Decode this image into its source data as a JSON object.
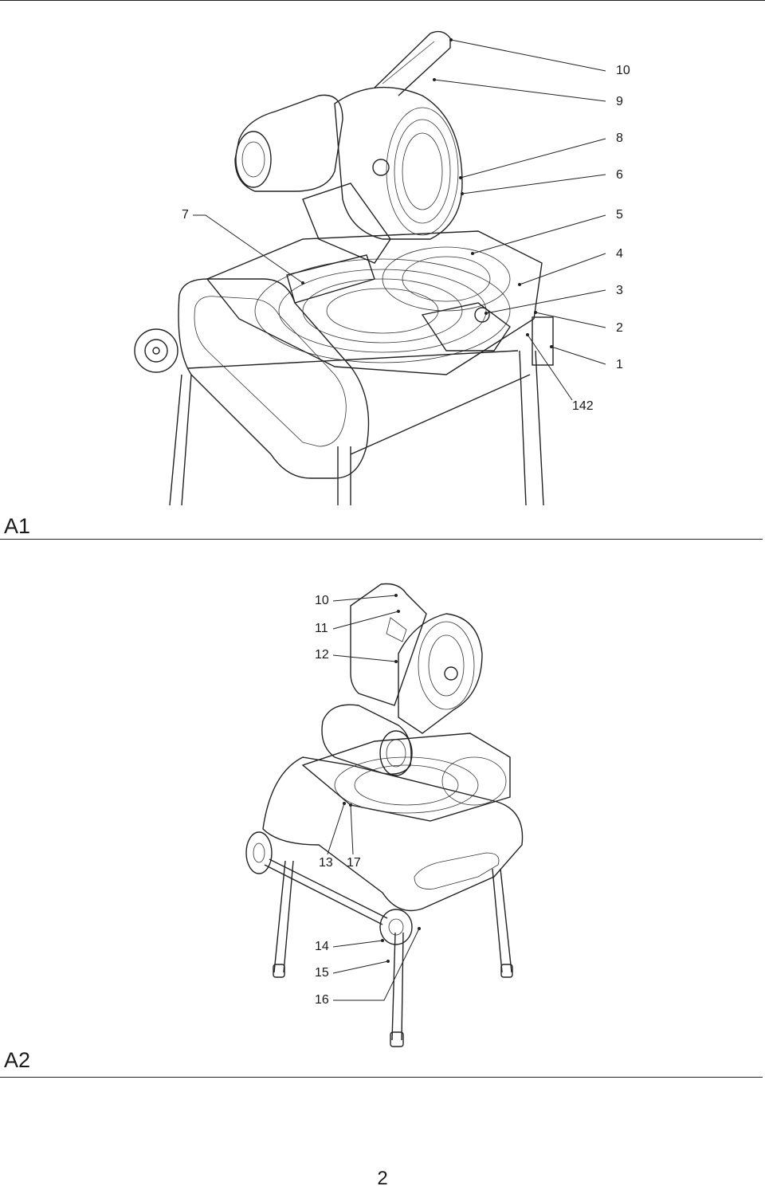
{
  "figures": [
    {
      "label": "A1",
      "callouts": [
        "10",
        "9",
        "8",
        "6",
        "7",
        "5",
        "4",
        "3",
        "2",
        "1",
        "142"
      ]
    },
    {
      "label": "A2",
      "callouts": [
        "10",
        "11",
        "12",
        "13",
        "17",
        "14",
        "15",
        "16"
      ]
    }
  ],
  "page_number": "2"
}
